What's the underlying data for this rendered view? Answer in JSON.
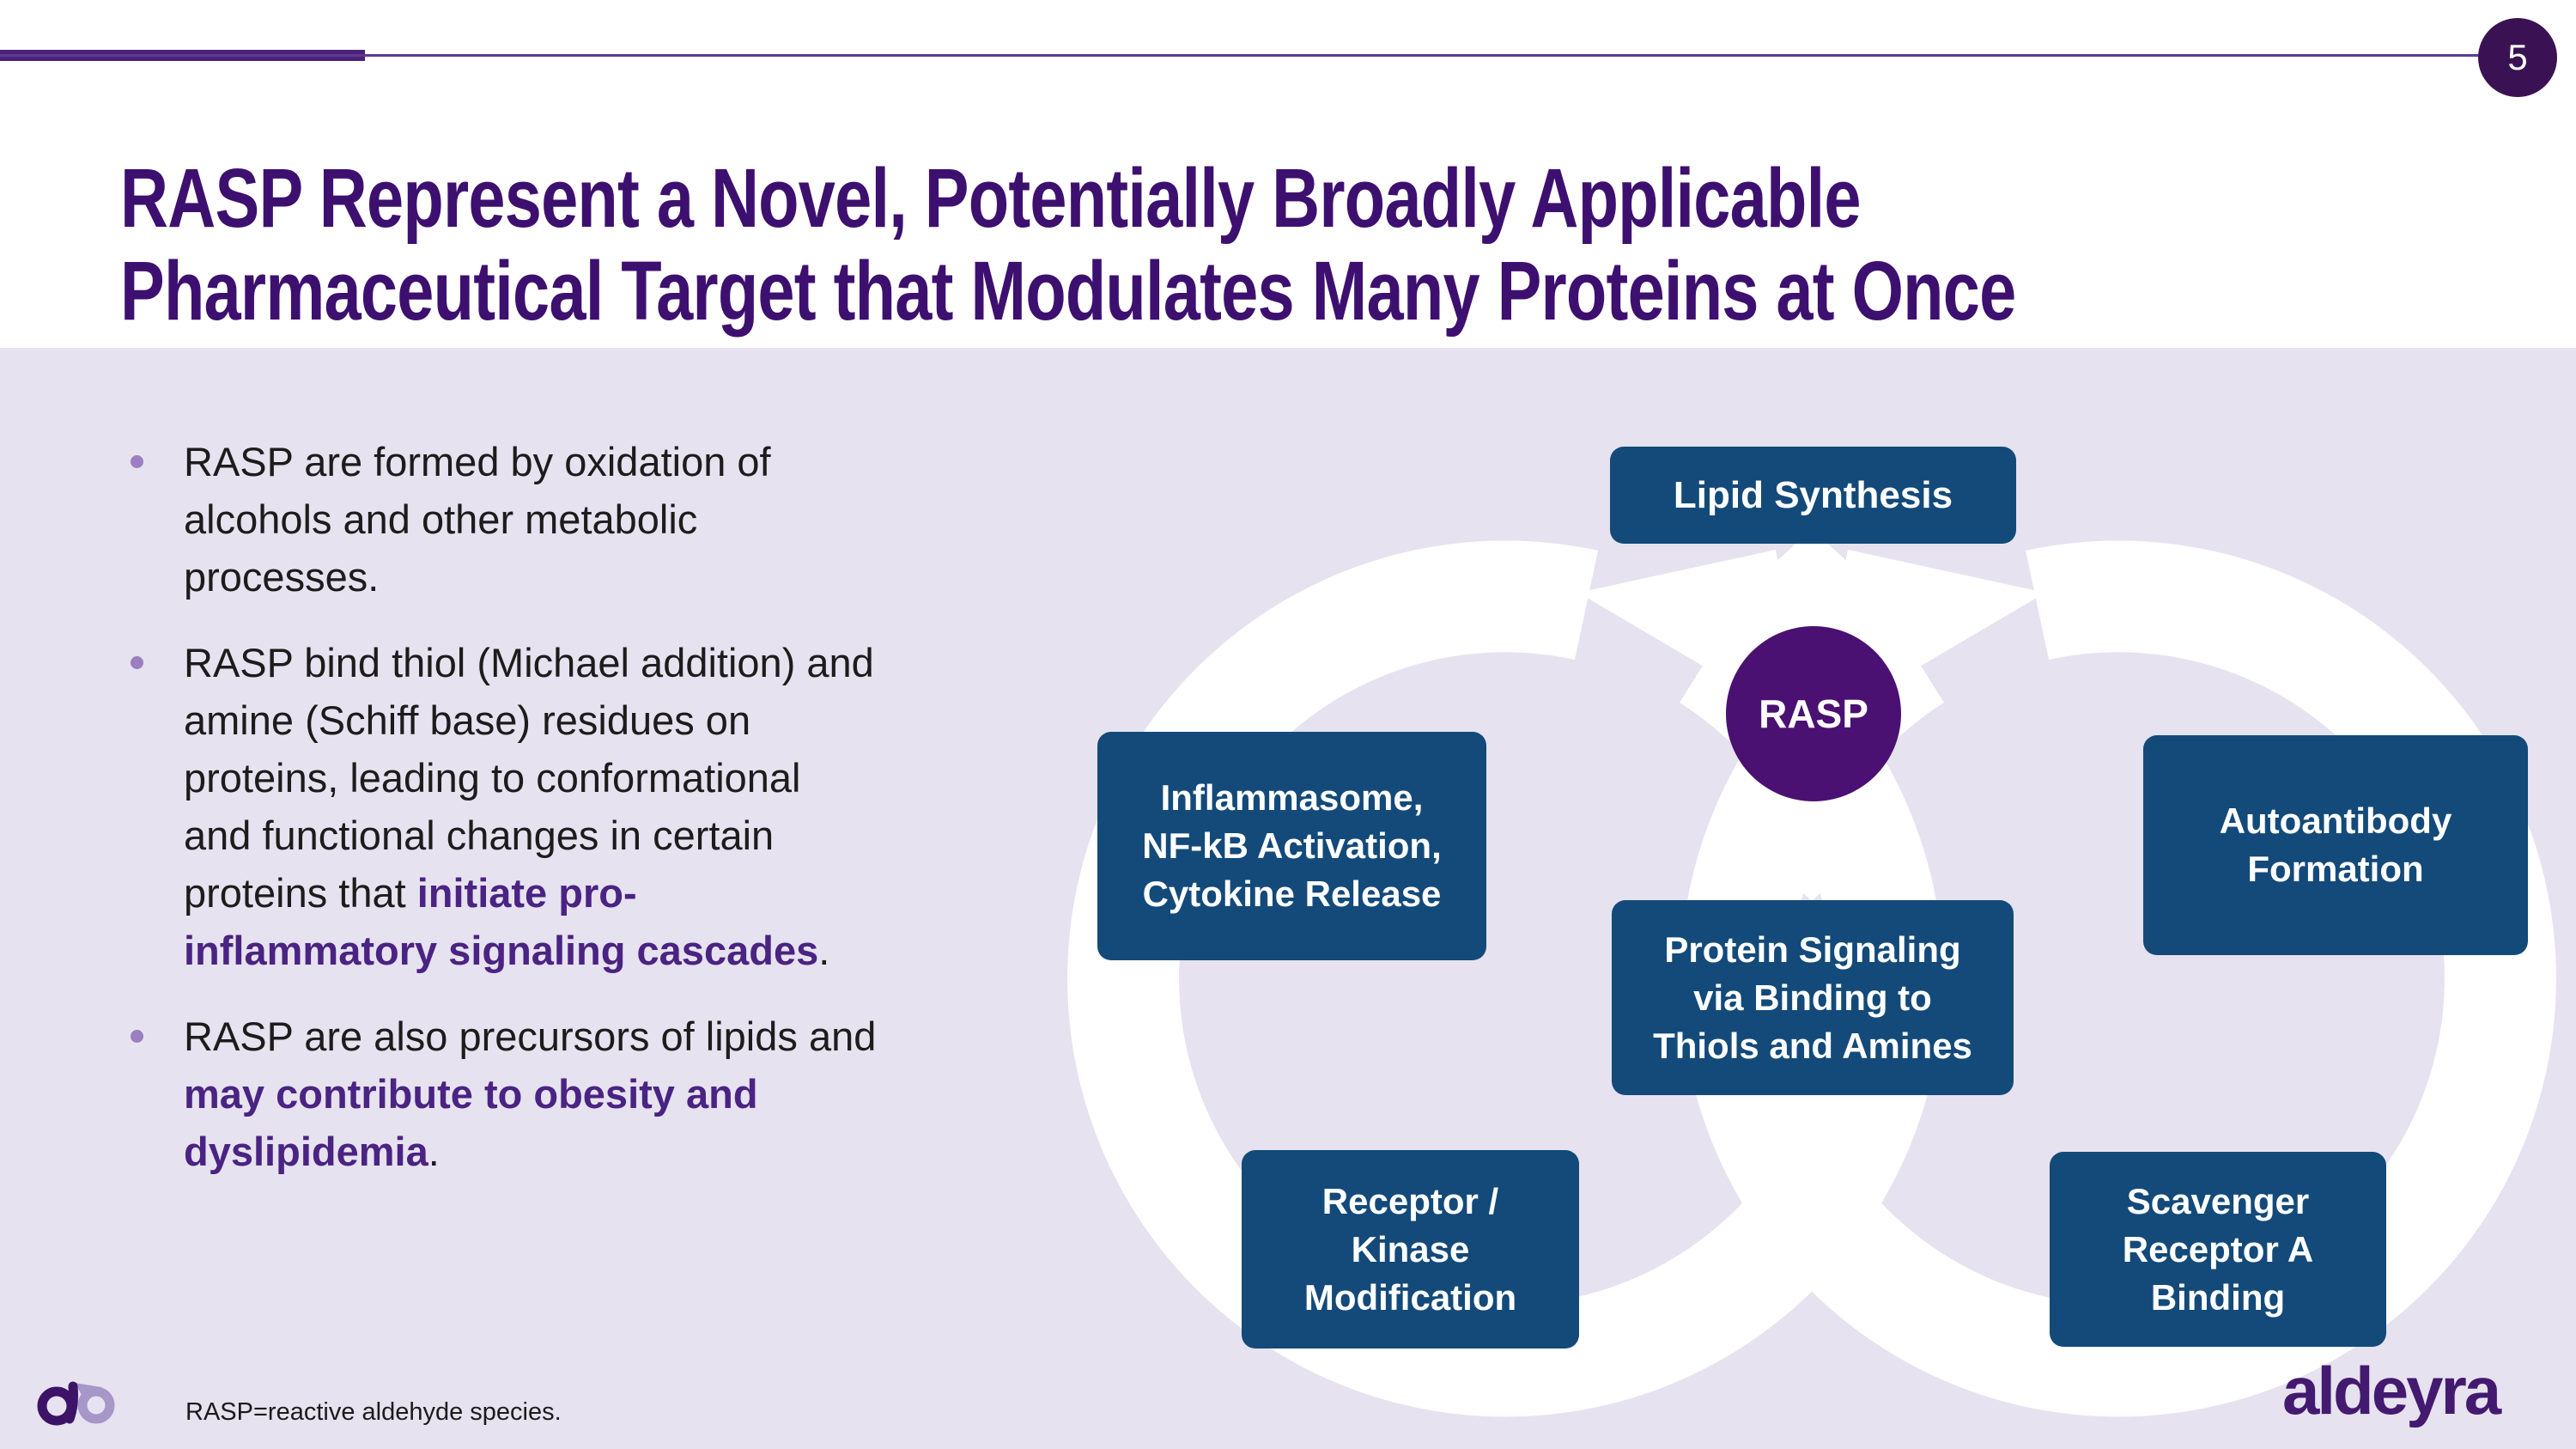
{
  "slide": {
    "page_number": "5",
    "title": "RASP Represent a Novel, Potentially Broadly Applicable\nPharmaceutical Target that Modulates Many Proteins at Once"
  },
  "bullets": [
    {
      "segments": [
        {
          "text": "RASP are formed by oxidation of\nalcohols and other metabolic\nprocesses.",
          "bold": false
        }
      ]
    },
    {
      "segments": [
        {
          "text": "RASP bind thiol (Michael addition) and\namine (Schiff base) residues on\nproteins, leading to conformational\nand functional changes in certain\nproteins that ",
          "bold": false
        },
        {
          "text": "initiate pro-\ninflammatory signaling cascades",
          "bold": true
        },
        {
          "text": ".",
          "bold": false
        }
      ]
    },
    {
      "segments": [
        {
          "text": "RASP are also precursors of lipids and\n",
          "bold": false
        },
        {
          "text": "may contribute to obesity and\ndyslipidemia",
          "bold": true
        },
        {
          "text": ".",
          "bold": false
        }
      ]
    }
  ],
  "diagram": {
    "center_label": "RASP",
    "nodes": {
      "lipid": "Lipid Synthesis",
      "inflammasome": "Inflammasome,\nNF-kB Activation,\nCytokine Release",
      "autoantibody": "Autoantibody\nFormation",
      "protein": "Protein Signaling\nvia Binding to\nThiols and Amines",
      "receptor": "Receptor /\nKinase\nModification",
      "scavenger": "Scavenger\nReceptor A\nBinding"
    }
  },
  "footer": {
    "footnote": "RASP=reactive aldehyde species.",
    "brand": "aldeyra"
  },
  "colors": {
    "title_purple": "#3d1070",
    "accent_bar_purple": "#4c2178",
    "thin_line_purple": "#5b3b92",
    "page_badge_purple": "#3a1254",
    "node_navy": "#134a7a",
    "rasp_circle_purple": "#4a1173",
    "body_lavender": "#e6e2ef",
    "bullet_dot_purple": "#9b7fc0",
    "bold_text_purple": "#4a2383",
    "body_text": "#1c1c1c",
    "brand_purple": "#431a70",
    "logo_light_purple": "#a796c8"
  }
}
